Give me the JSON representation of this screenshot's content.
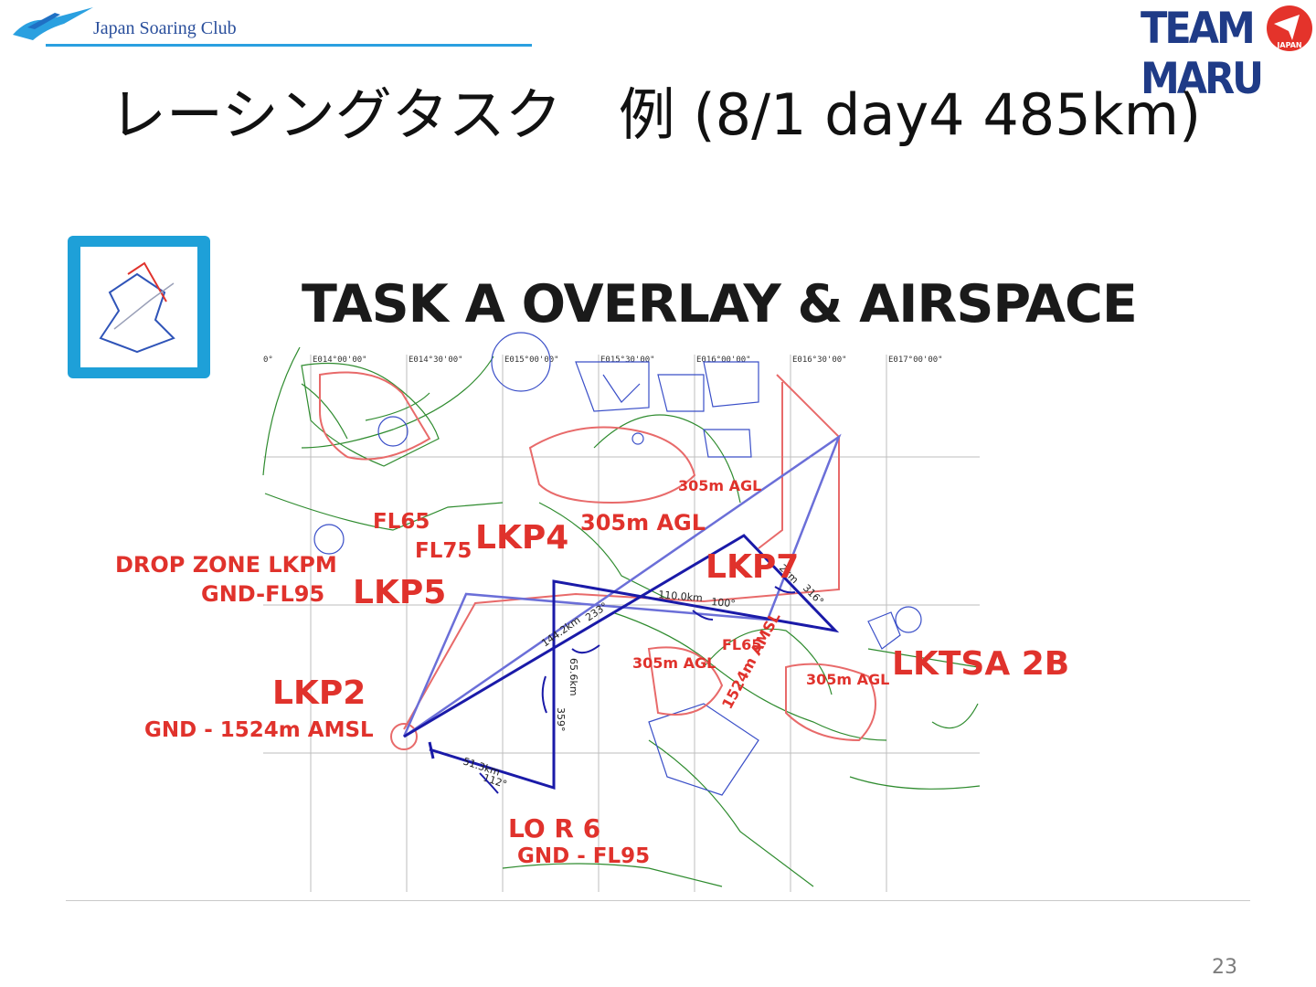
{
  "header": {
    "club_name": "Japan Soaring Club",
    "team_logo_text": "TEAM MARU",
    "team_badge_text": "JAPAN"
  },
  "slide": {
    "title": "レーシングタスク　例 (8/1 day4 485km)",
    "page_number": "23"
  },
  "overlay": {
    "heading": "TASK A OVERLAY & AIRSPACE",
    "longitudes": [
      "0°",
      "E014°00'00\"",
      "E014°30'00\"",
      "E015°00'00\"",
      "E015°30'00\"",
      "E016°00'00\"",
      "E016°30'00\"",
      "E017°00'00\""
    ],
    "labels": {
      "drop_zone": "DROP ZONE LKPM",
      "drop_zone_limit": "GND-FL95",
      "lkp5": "LKP5",
      "lkp4": "LKP4",
      "fl65_a": "FL65",
      "fl75": "FL75",
      "agl_305_a": "305m AGL",
      "agl_305_b": "305m AGL",
      "agl_305_c": "305m AGL",
      "agl_305_d": "305m AGL",
      "lkp7": "LKP7",
      "lktsa": "LKTSA 2B",
      "fl65_b": "FL65",
      "amsl_1524": "1524m AMSL",
      "lkp2": "LKP2",
      "lkp2_limit": "GND - 1524m AMSL",
      "lor6": "LO R 6",
      "lor6_limit": "GND - FL95"
    },
    "legs": {
      "leg1": "51.3km",
      "leg1_bearing": "112°",
      "leg2": "65.6km",
      "leg2_bearing": "359°",
      "leg3": "144.2km",
      "leg3_bearing": "233°",
      "leg4": "110.0km",
      "leg4_bearing": "100°",
      "leg5": "2km",
      "leg5_bearing": "316°"
    }
  },
  "colors": {
    "title_text": "#111111",
    "brand_blue": "#1f3b87",
    "club_rule": "#2aa0e0",
    "airspace_red": "#e0322c",
    "task_line_blue": "#1a1aa8",
    "terrain_green": "#2e8b2e",
    "grid_gray": "#bdbdbd"
  }
}
